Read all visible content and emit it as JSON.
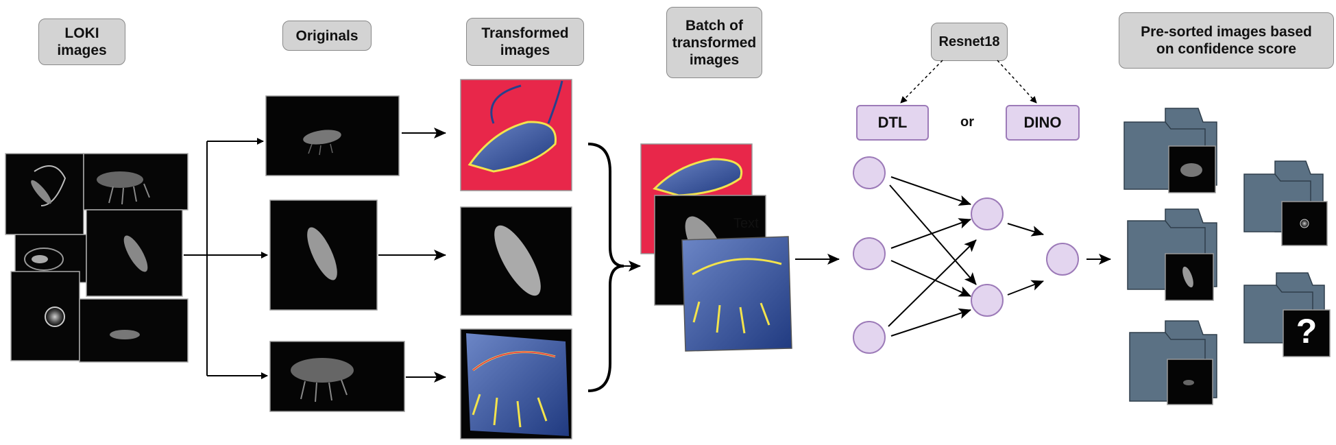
{
  "stages": {
    "loki": "LOKI\nimages",
    "originals": "Originals",
    "transformed": "Transformed\nimages",
    "batch": "Batch of\ntransformed\nimages",
    "output": "Pre-sorted images based\non confidence score"
  },
  "model": {
    "backbone": "Resnet18",
    "option_a": "DTL",
    "connector": "or",
    "option_b": "DINO"
  },
  "batch_overlay_text": "Text",
  "unknown_symbol": "?",
  "colors": {
    "label_fill": "#d3d3d3",
    "node_fill": "#e3d5ef",
    "node_stroke": "#9c7ab8",
    "folder": "#5b7184",
    "transform_red": "#e8274a",
    "transform_blue": "#27408b"
  }
}
